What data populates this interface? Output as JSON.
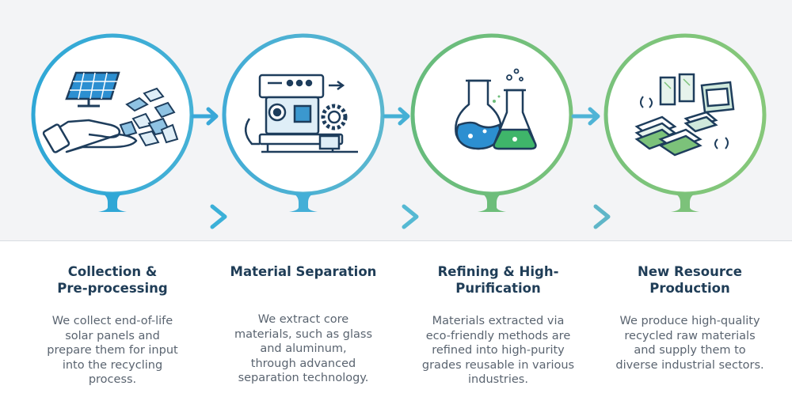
{
  "steps": [
    {
      "title": "Collection & Pre-processing",
      "title_lines": [
        "Collection &",
        "Pre-processing"
      ],
      "description_lines": [
        "We collect end-of-life",
        "solar panels and",
        "prepare them for input",
        "into the recycling",
        "process."
      ],
      "color": "#35aad3",
      "icon": "solar-panel-hand-icon"
    },
    {
      "title": "Material Separation",
      "title_lines": [
        "Material Separation"
      ],
      "description_lines": [
        "We extract core",
        "materials, such as glass",
        "and aluminum,",
        "through advanced",
        "separation technology."
      ],
      "color": "#4aaed3",
      "icon": "separation-machine-icon"
    },
    {
      "title": "Refining & High-Purification",
      "title_lines": [
        "Refining & High-",
        "Purification"
      ],
      "description_lines": [
        "Materials extracted via",
        "eco-friendly methods are",
        "refined into high-purity",
        "grades reusable in various",
        "industries."
      ],
      "color": "#6fbf78",
      "icon": "lab-flasks-icon"
    },
    {
      "title": "New Resource Production",
      "title_lines": [
        "New Resource",
        "Production"
      ],
      "description_lines": [
        "We produce high-quality",
        "recycled raw materials",
        "and supply them to",
        "diverse industrial sectors."
      ],
      "color": "#7cc27a",
      "icon": "recycled-materials-icon"
    }
  ],
  "colors": {
    "navy": "#1f3d57",
    "blue": "#3aa8d8",
    "green": "#6fbf78",
    "text_gray": "#5a6470",
    "band": "#f3f4f6"
  }
}
